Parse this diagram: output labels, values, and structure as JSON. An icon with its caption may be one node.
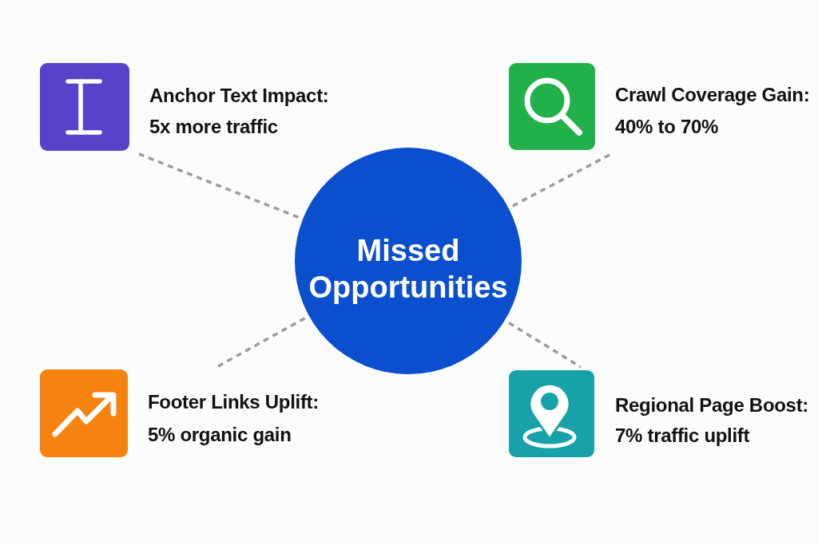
{
  "diagram": {
    "nodes": [
      {
        "text": [
          "Anchor Text Impact:",
          "5x more traffic"
        ]
      },
      {
        "text": [
          "Crawl Coverage Gain:",
          "40% to 70%"
        ]
      },
      {
        "text": [
          "Missed Opportunities"
        ]
      },
      {
        "text": [
          "Footer Links Uplift:",
          "5% organic gain"
        ]
      },
      {
        "text": [
          "Regional Page Boost:",
          "7% traffic uplift"
        ]
      }
    ],
    "edges": [
      {
        "from": 2,
        "to": 0,
        "arrow": "none",
        "style": "dashed"
      },
      {
        "from": 2,
        "to": 1,
        "arrow": "none",
        "style": "dashed"
      },
      {
        "from": 2,
        "to": 3,
        "arrow": "none",
        "style": "dashed"
      },
      {
        "from": 2,
        "to": 4,
        "arrow": "none",
        "style": "dashed"
      }
    ]
  }
}
